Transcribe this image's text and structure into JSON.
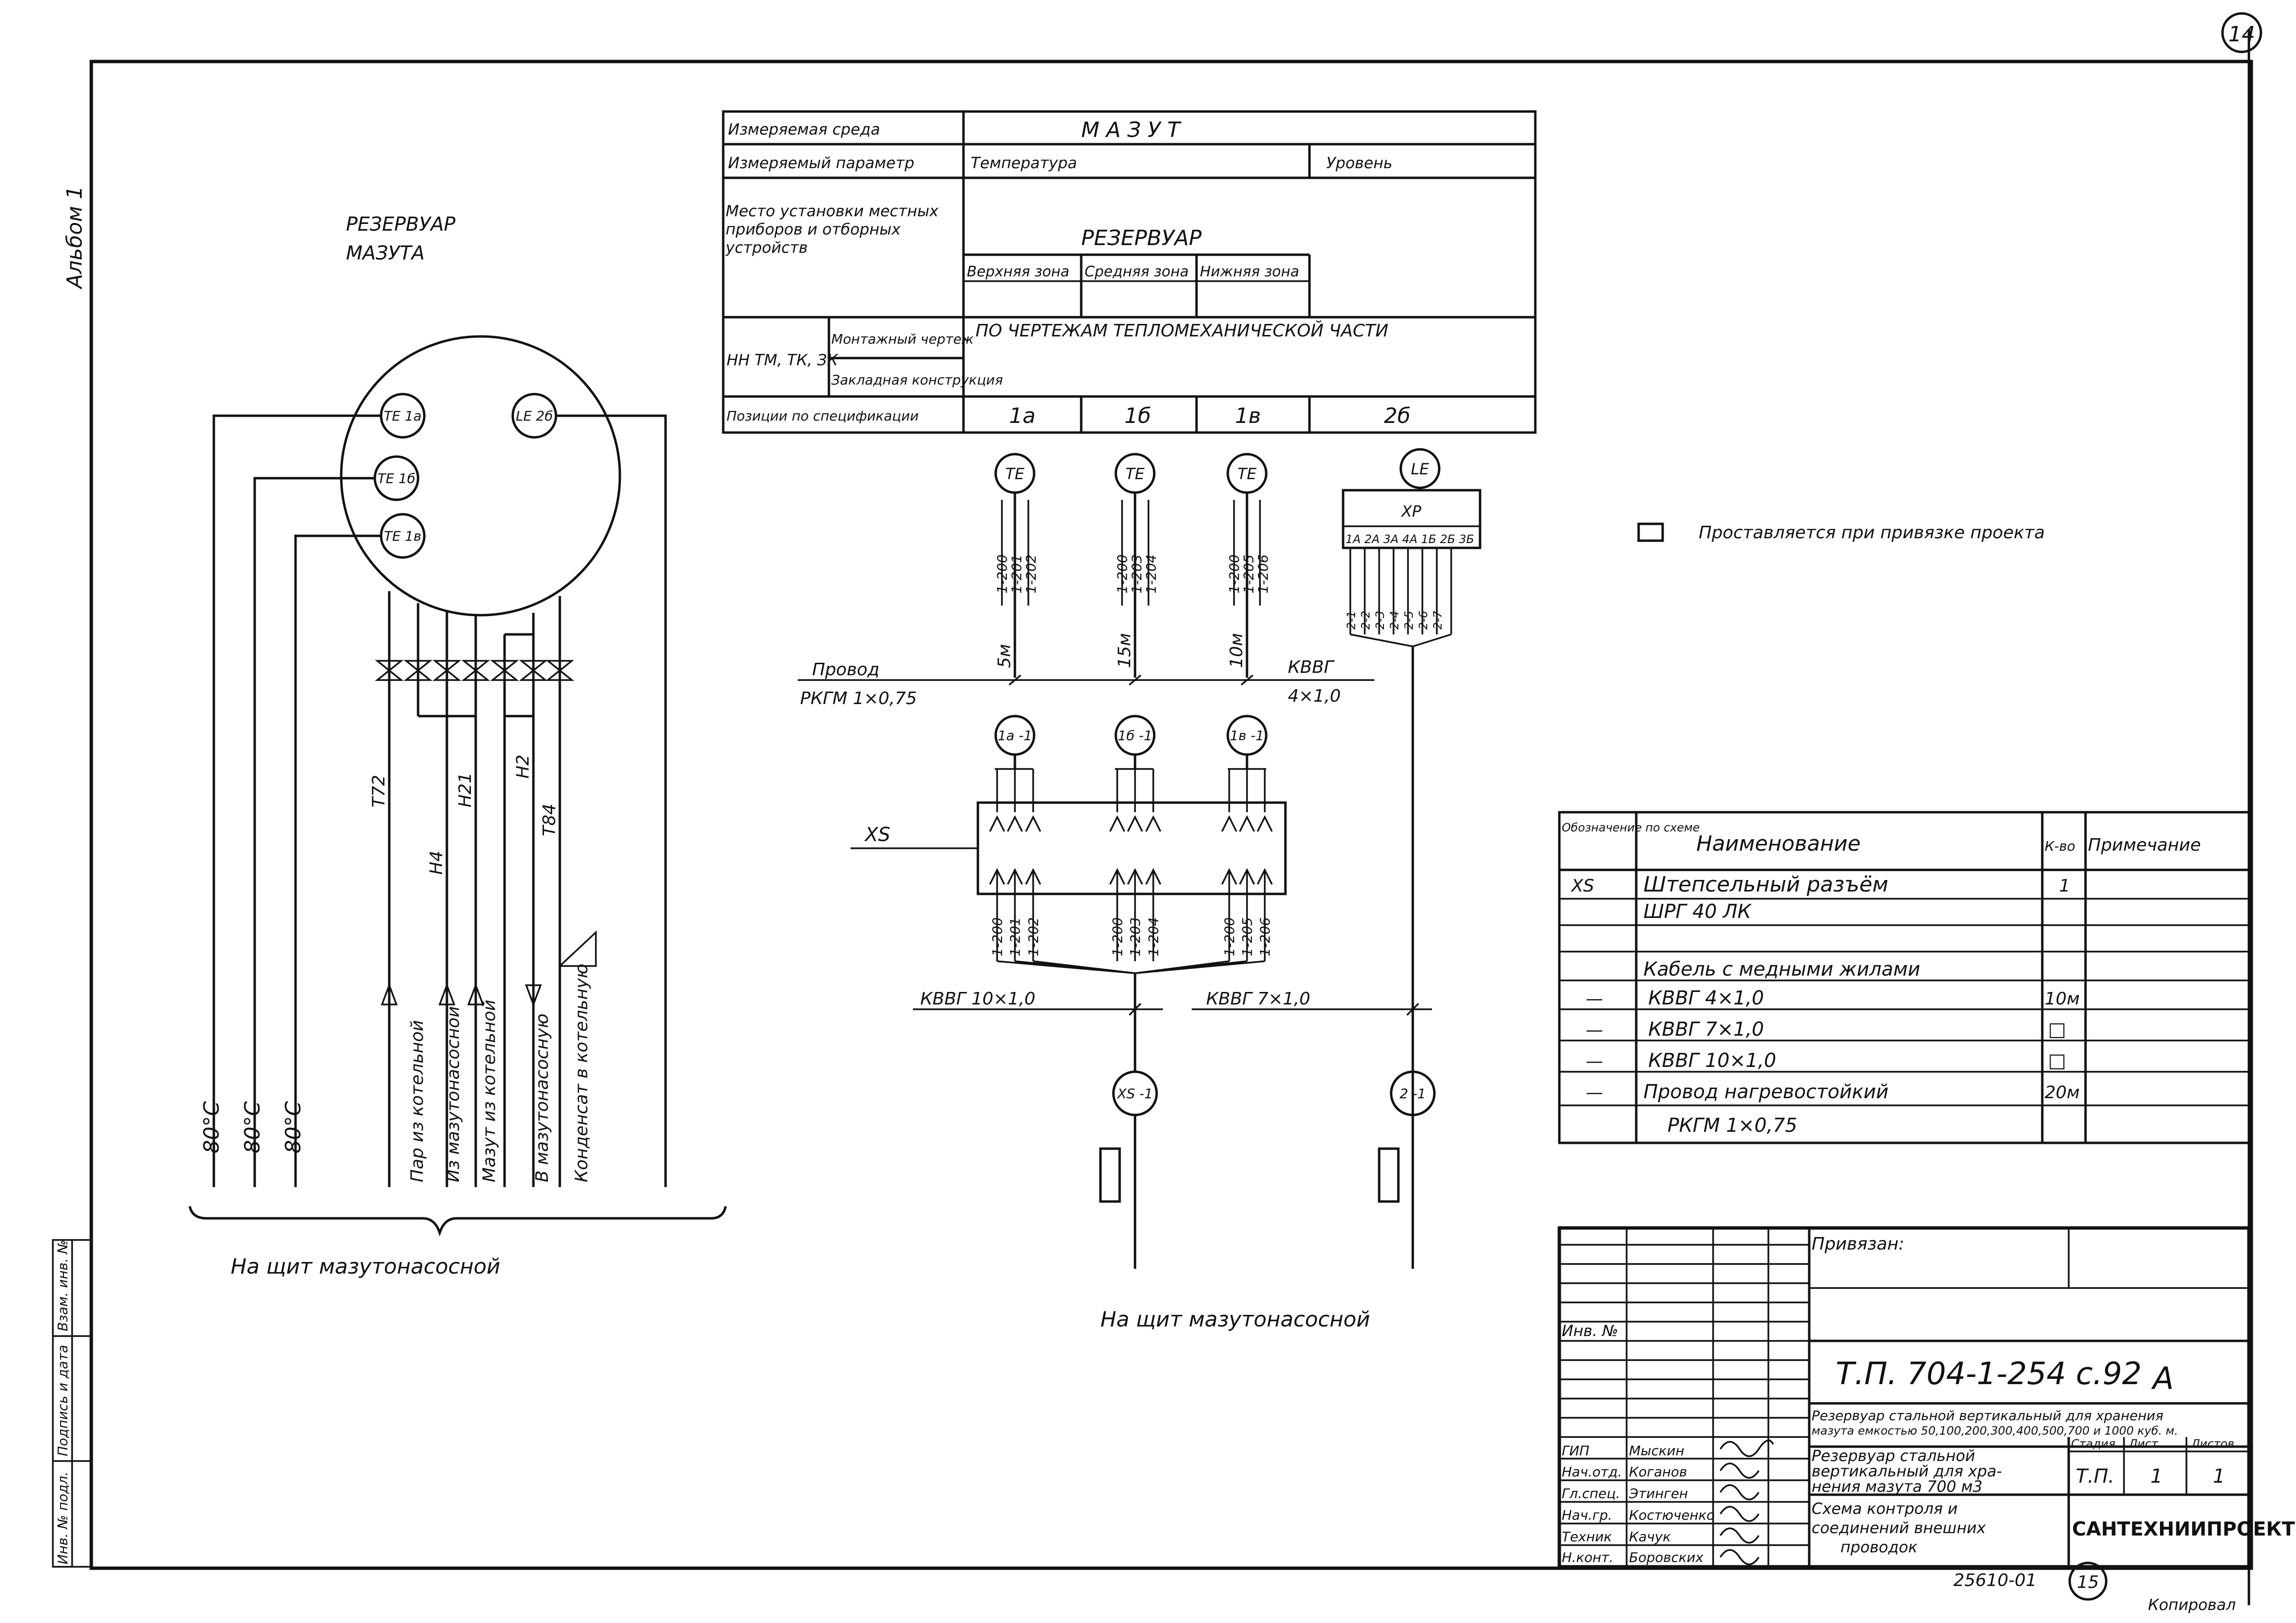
{
  "sheet": {
    "page_number": "14",
    "album_label": "Альбом 1",
    "footer_code": "25610-01",
    "footer_circle": "15",
    "copied_by": "Копировал"
  },
  "tank_left": {
    "title_line1": "РЕЗЕРВУАР",
    "title_line2": "МАЗУТА",
    "sensor_1a": "TE 1а",
    "sensor_1b": "TE 1б",
    "sensor_1v": "TE 1в",
    "sensor_2b": "LE 2б",
    "pipe_labels": [
      "Т72",
      "Н4",
      "Н21",
      "Н2",
      "Т84"
    ],
    "pipe_descriptions": [
      "Пар из котельной",
      "Из мазутонасосной",
      "Мазут из котельной",
      "В мазутонасосную",
      "Конденсат в котельную"
    ],
    "temps": [
      "80°С",
      "80°С",
      "80°С"
    ],
    "bottom_caption": "На щит мазутонасосной"
  },
  "param_table": {
    "row_medium_label": "Измеряемая среда",
    "row_medium_value": "М А З У Т",
    "row_param_label": "Измеряемый параметр",
    "row_param_temp": "Температура",
    "row_param_level": "Уровень",
    "row_place_label": "Место установки местных приборов и отборных устройств",
    "row_place_value": "РЕЗЕРВУАР",
    "zone_top": "Верхняя зона",
    "zone_mid": "Средняя зона",
    "zone_bot": "Нижняя зона",
    "nn_label": "НН ТМ, ТК, ЗК",
    "montage_label": "Монтажный чертеж",
    "embed_label": "Закладная конструкция",
    "montage_value": "ПО ЧЕРТЕЖАМ ТЕПЛОМЕХАНИЧЕСКОЙ ЧАСТИ",
    "spec_label": "Позиции по спецификации",
    "positions": [
      "1а",
      "1б",
      "1в",
      "2б"
    ]
  },
  "schematic": {
    "te_label": "TE",
    "le_label": "LE",
    "xp_label": "ХР",
    "xp_pins": "1А 2А 3А 4А 1Б 2Б 3Б",
    "wires_1a": [
      "1-200",
      "1-201",
      "1-202"
    ],
    "wires_1b": [
      "1-200",
      "1-203",
      "1-204"
    ],
    "wires_1v": [
      "1-200",
      "1-205",
      "1-206"
    ],
    "wires_2": [
      "2-1",
      "2-2",
      "2-3",
      "2-4",
      "2-5",
      "2-6",
      "2-7"
    ],
    "len_1a": "5м",
    "len_1b": "15м",
    "len_1v": "10м",
    "wire_label_line1": "Провод",
    "wire_label_line2": "РКГМ 1×0,75",
    "kvvg_line1": "КВВГ",
    "kvvg_line2": "4×1,0",
    "junction_1a": "1а -1",
    "junction_1b": "1б -1",
    "junction_1v": "1в -1",
    "xs_label": "ХS",
    "cable_10": "КВВГ 10×1,0",
    "cable_7": "КВВГ 7×1,0",
    "xs1": "ХS -1",
    "c21": "2 -1",
    "bottom_caption": "На щит мазутонасосной"
  },
  "legend": {
    "text": "Проставляется при привязке проекта"
  },
  "spec_table": {
    "headers": [
      "Обозначение по схеме",
      "Наименование",
      "К-во",
      "Примечание"
    ],
    "rows": [
      {
        "pos": "ХS",
        "name": "Штепсельный разъём",
        "qty": "1",
        "note": ""
      },
      {
        "pos": "",
        "name": "ШРГ 40 ЛК",
        "qty": "",
        "note": ""
      },
      {
        "pos": "",
        "name": "",
        "qty": "",
        "note": ""
      },
      {
        "pos": "",
        "name": "Кабель с медными жилами",
        "qty": "",
        "note": ""
      },
      {
        "pos": "—",
        "name": "КВВГ 4×1,0",
        "qty": "10м",
        "note": ""
      },
      {
        "pos": "—",
        "name": "КВВГ 7×1,0",
        "qty": "□",
        "note": ""
      },
      {
        "pos": "—",
        "name": "КВВГ 10×1,0",
        "qty": "□",
        "note": ""
      },
      {
        "pos": "—",
        "name": "Провод нагревостойкий",
        "qty": "20м",
        "note": ""
      },
      {
        "pos": "",
        "name": "РКГМ 1×0,75",
        "qty": "",
        "note": ""
      }
    ]
  },
  "title_block": {
    "privyazan": "Привязан:",
    "inv_no": "Инв. №",
    "doc_code": "Т.П. 704-1-254 с.92",
    "letter": "А",
    "desc_line1": "Резервуар стальной вертикальный для хранения",
    "desc_line2": "мазута емкостью 50,100,200,300,400,500,700 и 1000 куб. м.",
    "object_line1": "Резервуар стальной",
    "object_line2": "вертикальный для хра-",
    "object_line3": "нения мазута 700 м3",
    "drawing_line1": "Схема контроля и",
    "drawing_line2": "соединений внешних",
    "drawing_line3": "проводок",
    "stage_header": "Стадия",
    "sheet_header": "Лист",
    "sheets_header": "Листов",
    "stage": "Т.П.",
    "sheet": "1",
    "sheets": "1",
    "company": "САНТЕХНИИПРОЕКТ",
    "staff": [
      {
        "role": "ГИП",
        "name": "Мыскин"
      },
      {
        "role": "Нач.отд.",
        "name": "Коганов"
      },
      {
        "role": "Гл.спец.",
        "name": "Этинген"
      },
      {
        "role": "Нач.гр.",
        "name": "Костюченко"
      },
      {
        "role": "Техник",
        "name": "Качук"
      },
      {
        "role": "Н.конт.",
        "name": "Боровских"
      }
    ]
  },
  "side_stamp": {
    "labels": [
      "Инв. № подл.",
      "Подпись и дата",
      "Взам. инв. №"
    ]
  }
}
